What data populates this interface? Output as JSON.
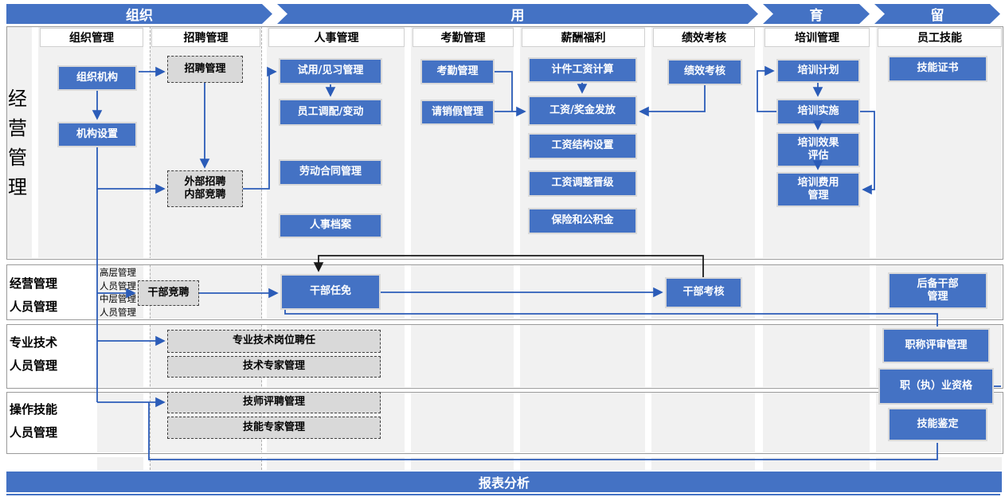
{
  "banner": {
    "stages": [
      {
        "label": "组织"
      },
      {
        "label": "用"
      },
      {
        "label": "育"
      },
      {
        "label": "留"
      }
    ]
  },
  "columns": [
    "组织管理",
    "招聘管理",
    "人事管理",
    "考勤管理",
    "薪酬福利",
    "绩效考核",
    "培训管理",
    "员工技能"
  ],
  "side_label": "经营管理",
  "rows": [
    {
      "label": "经营管理\n人员管理",
      "note": "高层管理\n人员管理\n中层管理\n人员管理"
    },
    {
      "label": "专业技术\n人员管理"
    },
    {
      "label": "操作技能\n人员管理"
    }
  ],
  "nodes": {
    "org_structure": "组织机构",
    "org_setup": "机构设置",
    "recruit_mgmt": "招聘管理",
    "ext_recruit": "外部招聘\n内部竞聘",
    "probation": "试用/见习管理",
    "staff_transfer": "员工调配/变动",
    "labor_contract": "劳动合同管理",
    "personnel_file": "人事档案",
    "attendance": "考勤管理",
    "leave_mgmt": "请销假管理",
    "piece_wage": "计件工资计算",
    "wage_payment": "工资/奖金发放",
    "wage_structure": "工资结构设置",
    "wage_adjust": "工资调整晋级",
    "insurance_fund": "保险和公积金",
    "perf_appraisal": "绩效考核",
    "train_plan": "培训计划",
    "train_impl": "培训实施",
    "train_eval": "培训效果\n评估",
    "train_cost": "培训费用\n管理",
    "skill_cert": "技能证书",
    "cadre_compete": "干部竞聘",
    "cadre_appoint": "干部任免",
    "cadre_assess": "干部考核",
    "reserve_cadre": "后备干部\n管理",
    "tech_post_hire": "专业技术岗位聘任",
    "tech_expert": "技术专家管理",
    "technician_eval": "技师评聘管理",
    "skill_expert": "技能专家管理",
    "title_review": "职称评审管理",
    "prof_qual": "职（执）业资格",
    "skill_ident": "技能鉴定"
  },
  "footer": {
    "label": "报表分析"
  },
  "colors": {
    "accent_blue": "#4472C4",
    "connector_blue": "#2b5cb8",
    "connector_black": "#1a1a1a",
    "dashed_fill": "#d9d9d9",
    "strip_gray": "#f1f1f1"
  }
}
